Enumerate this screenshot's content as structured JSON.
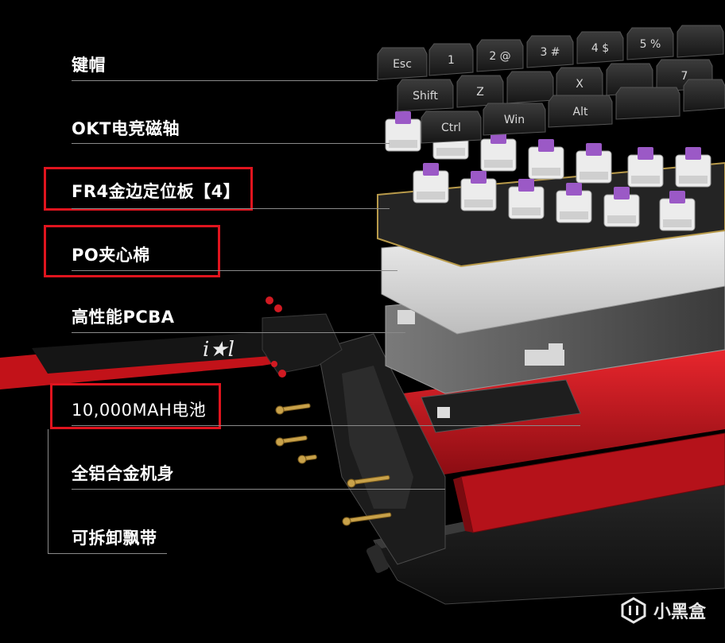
{
  "labels": {
    "keycaps": "键帽",
    "switches": "OKT电竞磁轴",
    "plate": "FR4金边定位板【4】",
    "foam": "PO夹心棉",
    "pcba": "高性能PCBA",
    "battery": "10,000MAH电池",
    "chassis": "全铝合金机身",
    "strap": "可拆卸飘带"
  },
  "keycap_legends": {
    "esc": "Esc",
    "one": "1",
    "two": "2 @",
    "three": "3 #",
    "four": "4 $",
    "five": "5 %",
    "shift": "Shift",
    "ctrl": "Ctrl",
    "win": "Win",
    "alt": "Alt",
    "z": "Z",
    "x": "X",
    "seven": "7"
  },
  "strap_logo": "i★l",
  "watermark": {
    "text": "小黑盒",
    "icon": "xiaoheihe-logo-icon"
  },
  "colors": {
    "background": "#000000",
    "highlight": "#e0141e",
    "leader_line": "#8a8a8a",
    "keycap": "#2a2a2a",
    "switch_stem": "#9b59c6",
    "chassis_red": "#c8161e",
    "plate_gold": "#b89a4a"
  }
}
